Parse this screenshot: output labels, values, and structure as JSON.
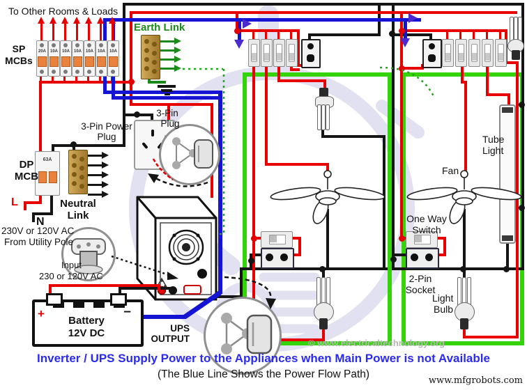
{
  "top": {
    "to_other_loads": "To Other Rooms & Loads",
    "sp_mcbs_1": "SP",
    "sp_mcbs_2": "MCBs",
    "mcb_amps": [
      "20A",
      "10A",
      "10A",
      "10A",
      "10A",
      "10A",
      "10A"
    ],
    "earth_link": "Earth Link"
  },
  "left": {
    "dp_mcb_1": "DP",
    "dp_mcb_2": "MCB",
    "dp_amp": "63A",
    "neutral_link_1": "Neutral",
    "neutral_link_2": "Link",
    "live": "L",
    "neutral": "N",
    "utility_1": "230V or 120V AC",
    "utility_2": "From Utility Pole",
    "plug_label_1": "3-Pin Power",
    "plug_label_2": "Plug",
    "plug_inset_1": "3-Pin",
    "plug_inset_2": "Plug"
  },
  "ups": {
    "input_1": "Input",
    "input_2": "230 or 120V AC",
    "battery_1": "Battery",
    "battery_2": "12V DC",
    "output_1": "UPS",
    "output_2": "OUTPUT"
  },
  "room_right": {
    "tube_1": "Tube",
    "tube_2": "Light",
    "fan": "Fan",
    "one_way_1": "One Way",
    "one_way_2": "Switch",
    "socket_1": "2-Pin",
    "socket_2": "Socket",
    "bulb_1": "Light",
    "bulb_2": "Bulb"
  },
  "footer": {
    "copyright": "© www.electricaltechnology.org",
    "title": "Inverter / UPS Supply Power to the Appliances when Main Power is not Available",
    "subtitle": "(The Blue Line Shows the Power Flow Path)",
    "site": "www.mfgrobots.com"
  },
  "colors": {
    "live": "#e80000",
    "neutral": "#151515",
    "flow_blue": "#1414d2",
    "earth": "#1b8a1b",
    "room_border": "#35d40a",
    "title": "#2b2bf0"
  }
}
